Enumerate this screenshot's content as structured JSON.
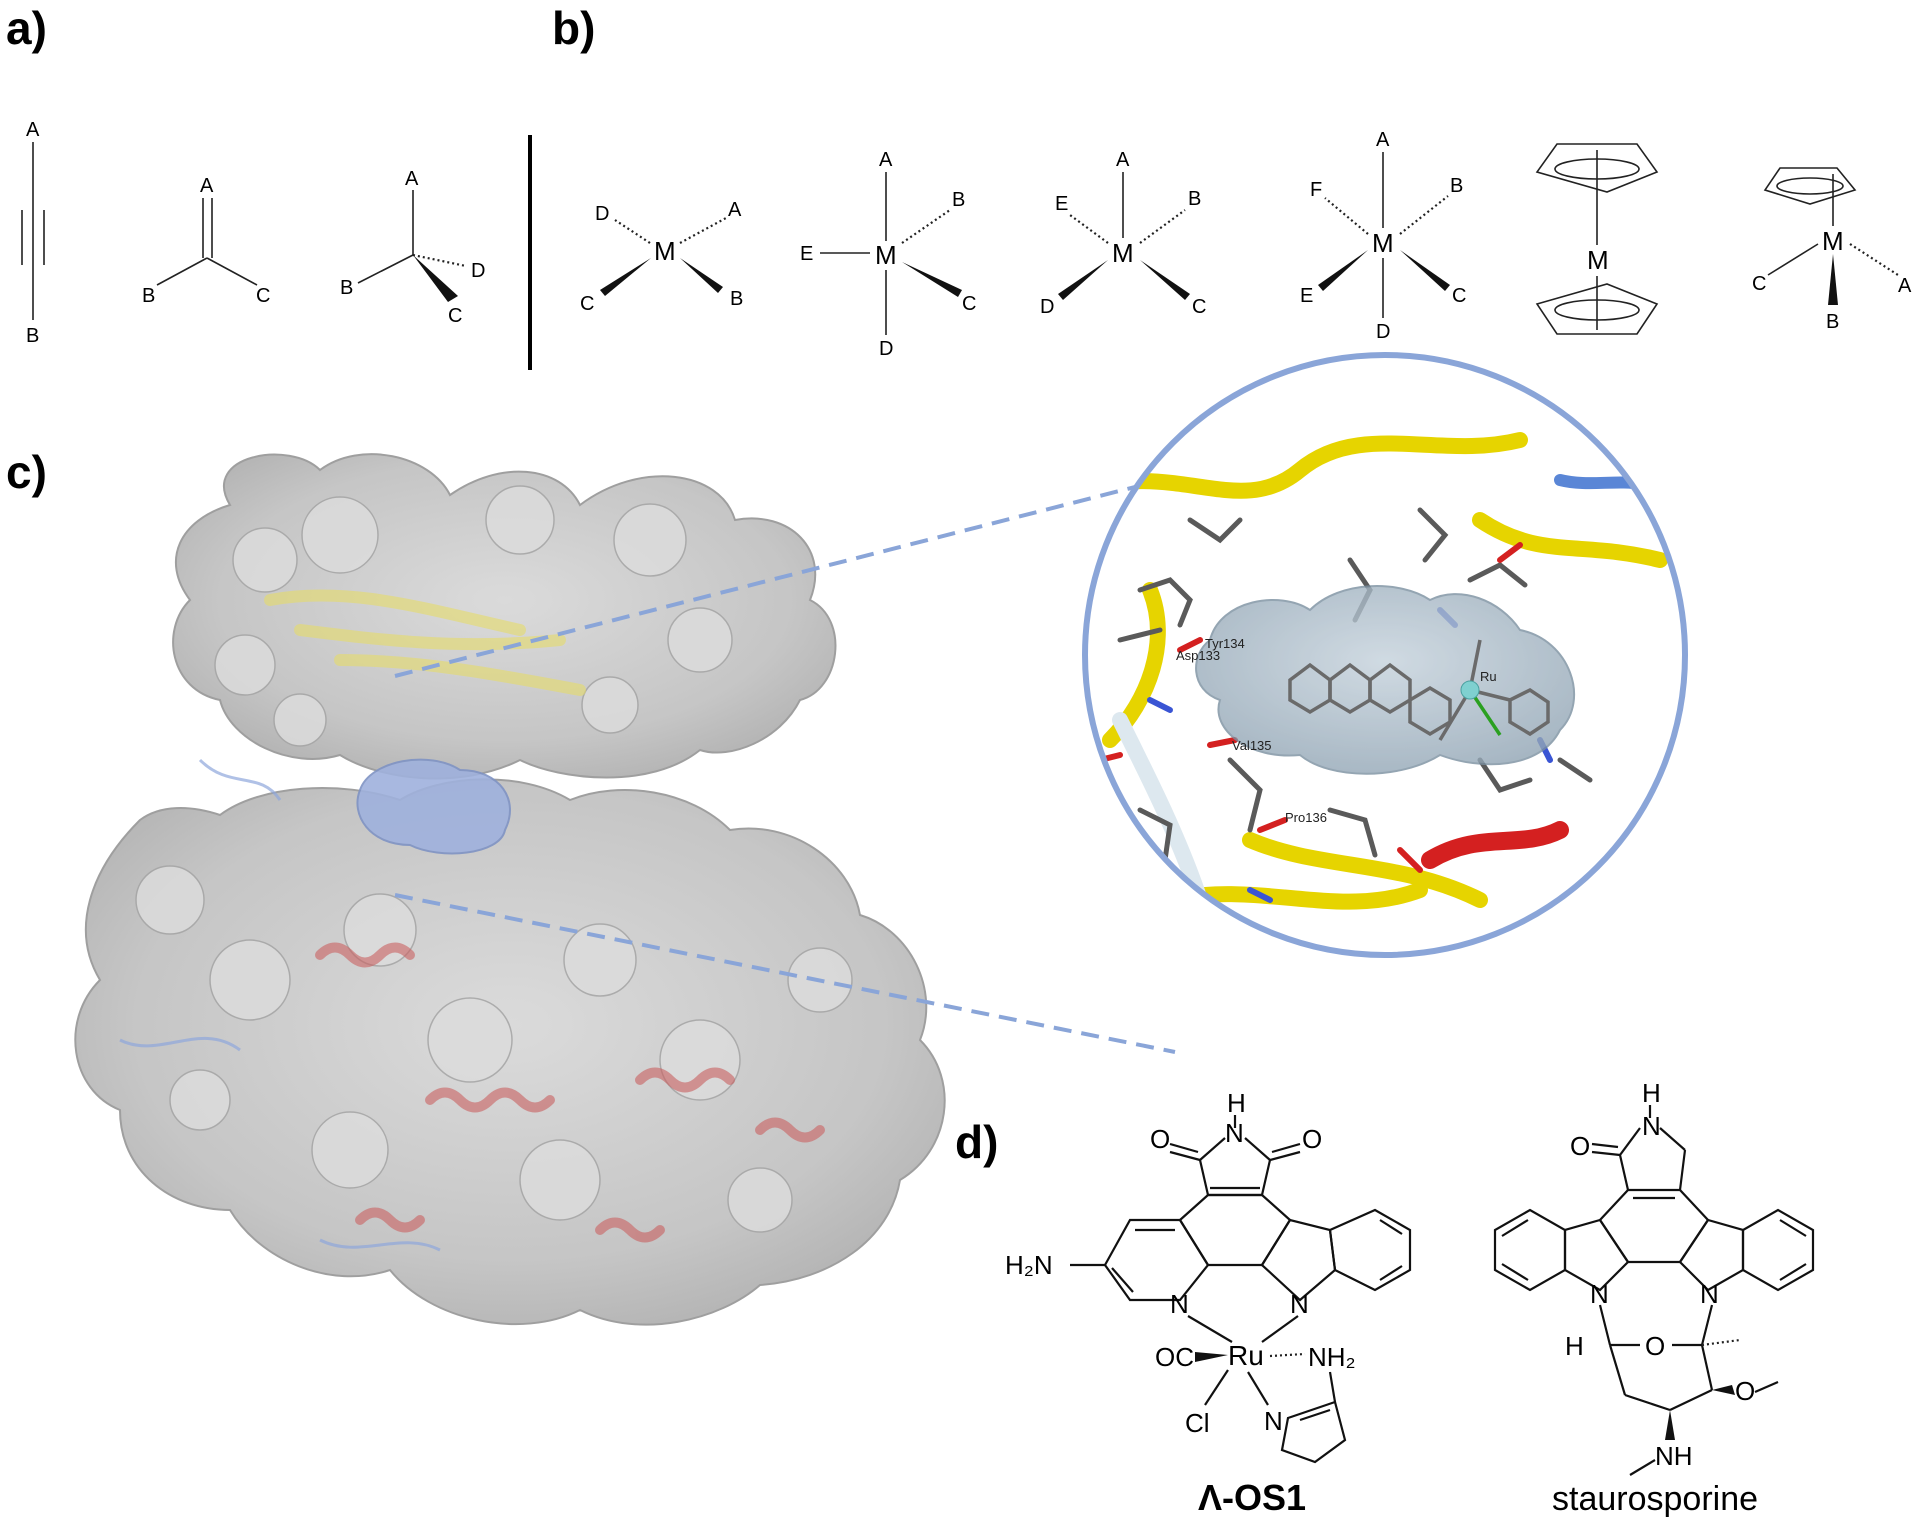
{
  "panels": {
    "a": "a)",
    "b": "b)",
    "c": "c)",
    "d": "d)"
  },
  "organic": {
    "alkyne": {
      "top": "A",
      "bottom": "B"
    },
    "alkene": {
      "top": "A",
      "left": "B",
      "right": "C"
    },
    "tetrahedral": {
      "top": "A",
      "left": "B",
      "back": "D",
      "front": "C"
    }
  },
  "metal": {
    "center": "M",
    "square_planar": {
      "l1": "D",
      "l2": "A",
      "l3": "C",
      "l4": "B"
    },
    "square_pyramidal": {
      "top": "A",
      "left": "E",
      "bottom": "D",
      "hash": "B",
      "wedge": "C"
    },
    "trigonal_bipyramidal_like": {
      "top": "A",
      "hash_left": "E",
      "hash_right": "B",
      "wedge_left": "D",
      "wedge_right": "C"
    },
    "octahedral": {
      "top": "A",
      "bottom": "D",
      "hash_left": "F",
      "hash_right": "B",
      "wedge_left": "E",
      "wedge_right": "C"
    },
    "half_sandwich": {
      "left": "C",
      "right": "A",
      "bottom": "B"
    }
  },
  "residues": {
    "r1": "Tyr134",
    "r2": "Asp133",
    "r3": "Val135",
    "r4": "Pro136",
    "metal": "Ru"
  },
  "compounds": {
    "os1": {
      "name": "Λ-OS1",
      "metal": "Ru",
      "atoms": {
        "h_imide": "H",
        "n_imide": "N",
        "o1": "O",
        "o2": "O",
        "nh2_left": "H₂N",
        "n1": "N",
        "n2": "N",
        "co": "OC",
        "nh2": "NH₂",
        "cl": "Cl",
        "n_py": "N"
      }
    },
    "staurosporine": {
      "name": "staurosporine",
      "atoms": {
        "h": "H",
        "n_lactam": "N",
        "o_lactam": "O",
        "n1": "N",
        "n2": "N",
        "h2": "H",
        "o_ring": "O",
        "o_me": "O",
        "nh": "NH"
      }
    }
  }
}
